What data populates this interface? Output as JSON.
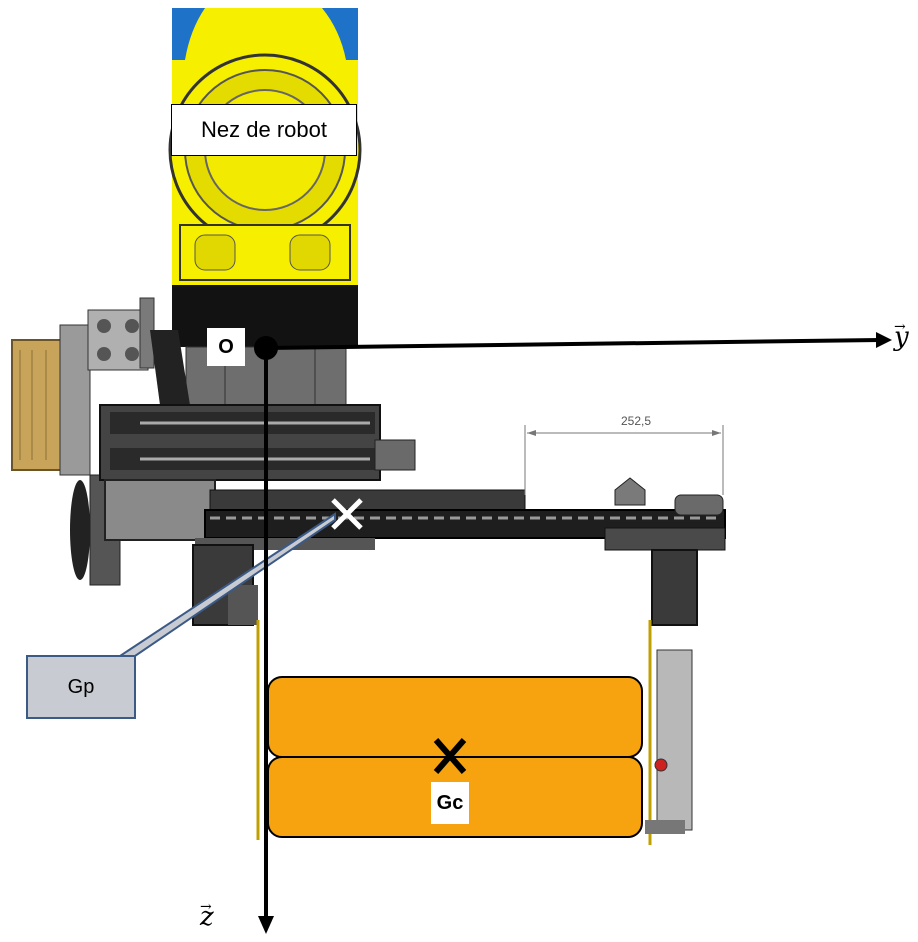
{
  "labels": {
    "robot": "Nez de robot",
    "origin": "O",
    "y_axis": "y",
    "z_axis": "z",
    "gp": "Gp",
    "gc": "Gc",
    "dimension": "252,5"
  },
  "colors": {
    "robot_yellow": "#f6f000",
    "robot_dark": "#111111",
    "load_orange": "#f7a30f",
    "gp_box": "#c8ccd2",
    "callout_blue": "#3c5a86",
    "frame_dark": "#2a2a2a",
    "frame_grey": "#8a8a8a",
    "sky_blue": "#1e73c8",
    "wood": "#c8a45a"
  }
}
